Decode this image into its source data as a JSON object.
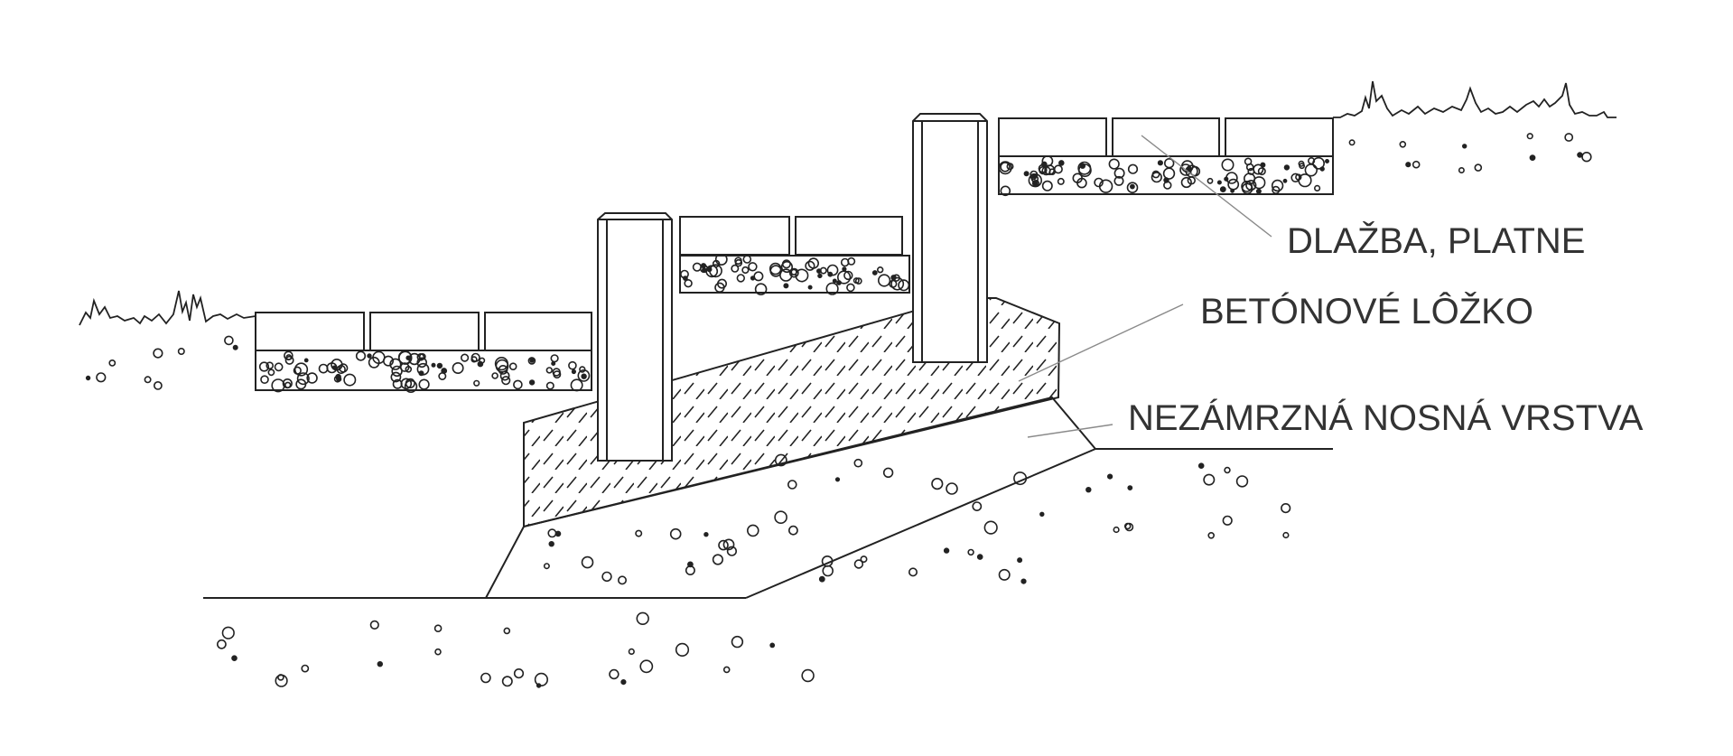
{
  "labels": {
    "paving": "DLAŽBA, PLATNE",
    "concrete_bed": "BETÓNOVÉ LÔŽKO",
    "frost_layer": "NEZÁMRZNÁ NOSNÁ VRSTVA"
  },
  "colors": {
    "line": "#222222",
    "leader": "#8a8a8a",
    "text": "#333333",
    "background": "#ffffff"
  }
}
